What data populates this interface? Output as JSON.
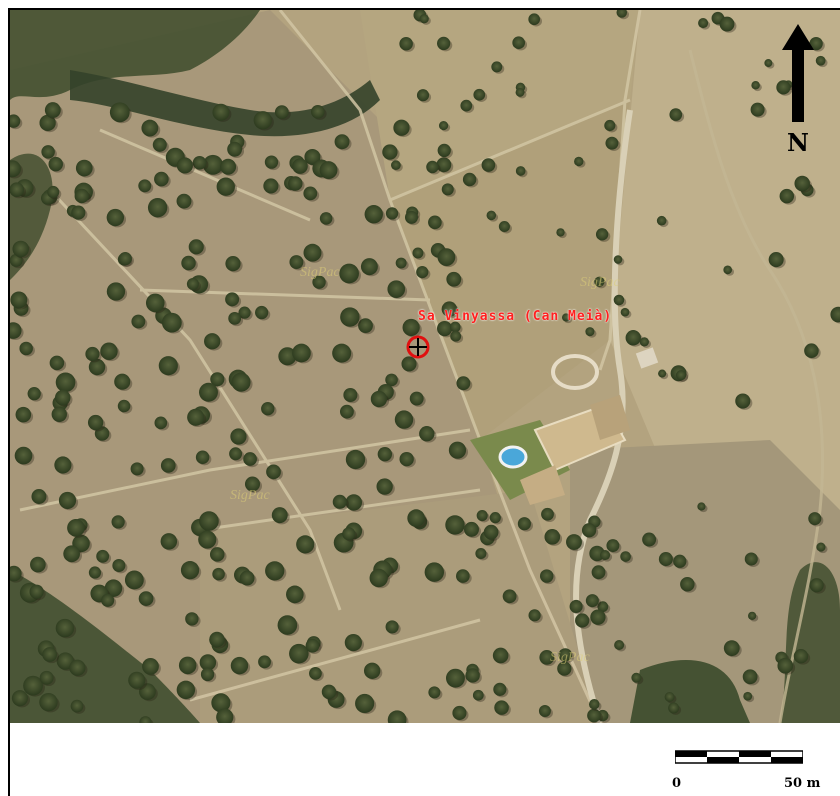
{
  "map": {
    "place_label": "Sa Vinyassa (Can Meià)",
    "north_label": "N",
    "watermark_text": "SigPac",
    "scale": {
      "start_label": "0",
      "end_label": "50 m",
      "segments": 4
    },
    "marker_icon": "crosshair-target-icon",
    "north_icon": "north-arrow-icon",
    "colors": {
      "label": "#ff2020",
      "marker": "#e01010",
      "terrain": "#b7aa86",
      "vegetation": "#3e4a2a"
    }
  }
}
